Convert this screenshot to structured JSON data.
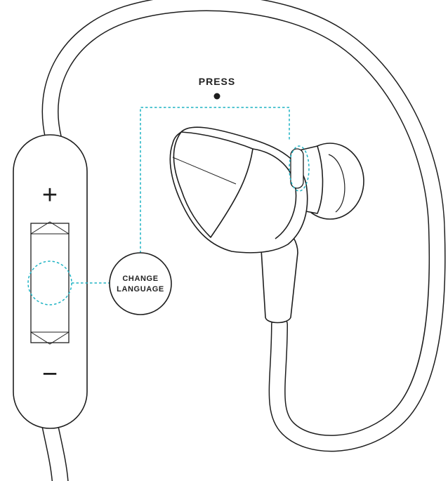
{
  "labels": {
    "press": "PRESS",
    "change_line1": "CHANGE",
    "change_line2": "LANGUAGE"
  },
  "remote": {
    "volume_up_symbol": "+",
    "volume_down_symbol": "−"
  },
  "colors": {
    "line": "#1e1e1e",
    "callout": "#1fb3c4",
    "background": "#ffffff"
  }
}
